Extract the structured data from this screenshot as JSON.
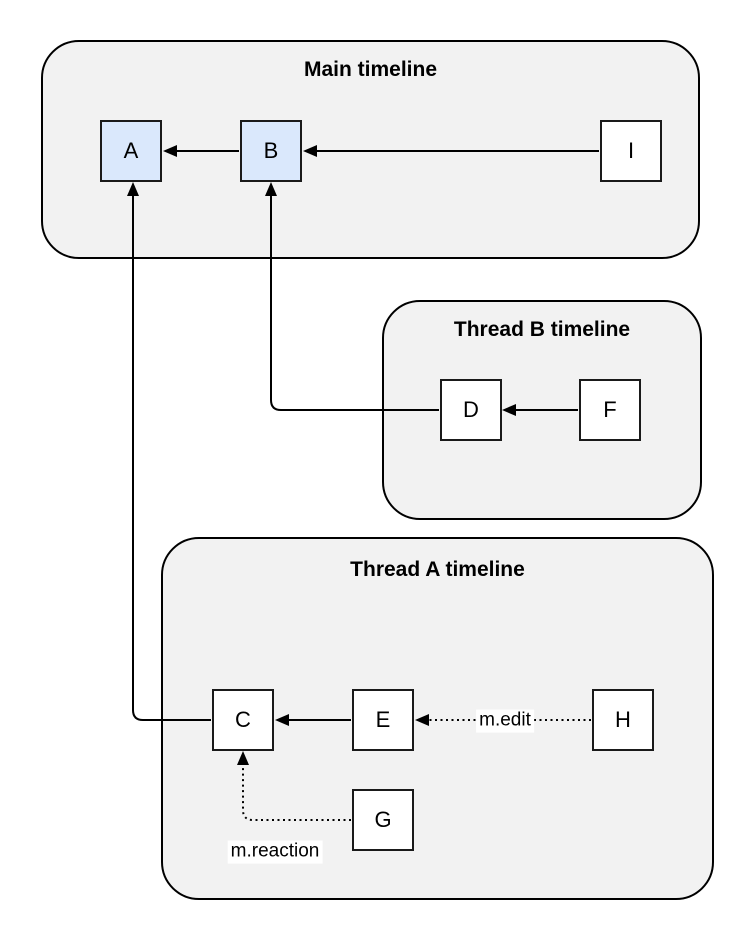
{
  "diagram": {
    "containers": [
      {
        "id": "main",
        "title": "Main timeline"
      },
      {
        "id": "thread-b",
        "title": "Thread B timeline"
      },
      {
        "id": "thread-a",
        "title": "Thread A timeline"
      }
    ],
    "nodes": [
      {
        "id": "A",
        "label": "A",
        "highlighted": true,
        "timeline": "main"
      },
      {
        "id": "B",
        "label": "B",
        "highlighted": true,
        "timeline": "main"
      },
      {
        "id": "I",
        "label": "I",
        "highlighted": false,
        "timeline": "main"
      },
      {
        "id": "D",
        "label": "D",
        "highlighted": false,
        "timeline": "thread-b"
      },
      {
        "id": "F",
        "label": "F",
        "highlighted": false,
        "timeline": "thread-b"
      },
      {
        "id": "C",
        "label": "C",
        "highlighted": false,
        "timeline": "thread-a"
      },
      {
        "id": "E",
        "label": "E",
        "highlighted": false,
        "timeline": "thread-a"
      },
      {
        "id": "H",
        "label": "H",
        "highlighted": false,
        "timeline": "thread-a"
      },
      {
        "id": "G",
        "label": "G",
        "highlighted": false,
        "timeline": "thread-a"
      }
    ],
    "edges": [
      {
        "from": "B",
        "to": "A",
        "style": "solid",
        "label": ""
      },
      {
        "from": "I",
        "to": "B",
        "style": "solid",
        "label": ""
      },
      {
        "from": "F",
        "to": "D",
        "style": "solid",
        "label": ""
      },
      {
        "from": "D",
        "to": "B",
        "style": "solid",
        "label": ""
      },
      {
        "from": "E",
        "to": "C",
        "style": "solid",
        "label": ""
      },
      {
        "from": "C",
        "to": "A",
        "style": "solid",
        "label": ""
      },
      {
        "from": "H",
        "to": "E",
        "style": "dotted",
        "label": "m.edit"
      },
      {
        "from": "G",
        "to": "C",
        "style": "dotted",
        "label": "m.reaction"
      }
    ],
    "colors": {
      "background": "#ffffff",
      "container_fill": "#f2f2f2",
      "container_stroke": "#000000",
      "node_fill": "#ffffff",
      "node_fill_highlight": "#dae8fc",
      "node_stroke": "#1a1a1a",
      "edge_color": "#000000"
    }
  }
}
